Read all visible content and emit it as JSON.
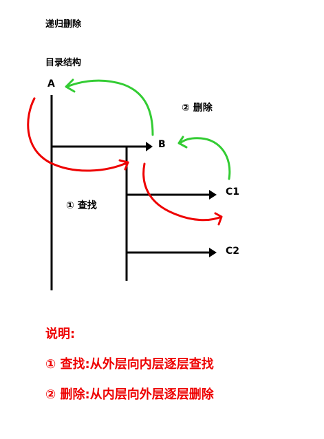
{
  "title": "递归删除",
  "subtitle": "目录结构",
  "nodes": {
    "a": "A",
    "b": "B",
    "c1": "C1",
    "c2": "C2"
  },
  "labels": {
    "find": "① 查找",
    "delete": "② 删除"
  },
  "notes": {
    "title": "说明:",
    "line1": "① 查找:从外层向内层逐层查找",
    "line2": "② 删除:从内层向外层逐层删除"
  },
  "colors": {
    "tree": "#000000",
    "find_arrow": "#ee0000",
    "delete_arrow": "#33cc33",
    "note_text": "#ee0000"
  }
}
